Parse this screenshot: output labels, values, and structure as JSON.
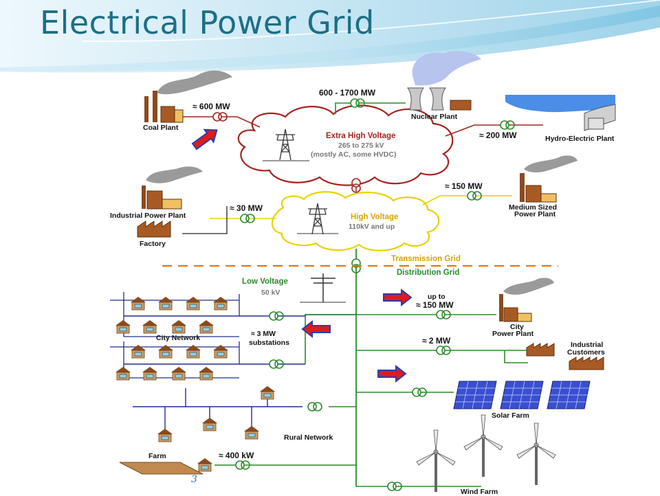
{
  "slide": {
    "title": "Electrical Power Grid",
    "number": "3"
  },
  "theme": {
    "title_color": "#1c6f86",
    "ehv_color": "#a3231f",
    "hv_color": "#e8d200",
    "distribution_color": "#2a8a2a",
    "low_voltage_color": "#1f2d8a",
    "divider_color": "#e07a10"
  },
  "nodes": {
    "ehv_cloud": {
      "title": "Extra High Voltage",
      "line1": "265 to 275 kV",
      "line2": "(mostly AC, some HVDC)"
    },
    "hv_cloud": {
      "title": "High Voltage",
      "line1": "110kV and up"
    },
    "low_voltage": {
      "title": "Low Voltage",
      "line1": "50 kV"
    }
  },
  "plants": {
    "coal": {
      "label": "Coal Plant",
      "power": "≈ 600  MW"
    },
    "nuclear": {
      "label": "Nuclear Plant",
      "power": "600 - 1700  MW"
    },
    "hydro": {
      "label": "Hydro-Electric Plant",
      "power": "≈ 200  MW"
    },
    "industrial": {
      "label": "Industrial Power Plant",
      "power": "≈ 30 MW"
    },
    "factory": {
      "label": "Factory"
    },
    "medium": {
      "label1": "Medium Sized",
      "label2": "Power Plant",
      "power": "≈ 150  MW"
    },
    "city_plant": {
      "label1": "City",
      "label2": "Power Plant",
      "power1": "up to",
      "power2": "≈ 150  MW"
    },
    "industrial_customers": {
      "label1": "Industrial",
      "label2": "Customers",
      "power": "≈ 2  MW"
    },
    "solar": {
      "label": "Solar Farm"
    },
    "wind": {
      "label": "Wind Farm"
    }
  },
  "grid": {
    "transmission": "Transmission Grid",
    "distribution": "Distribution Grid"
  },
  "consumers": {
    "city_network": "City Network",
    "substations1": "≈ 3  MW",
    "substations2": "substations",
    "rural_network": "Rural Network",
    "farm": "Farm",
    "farm_power": "≈ 400 kW"
  }
}
